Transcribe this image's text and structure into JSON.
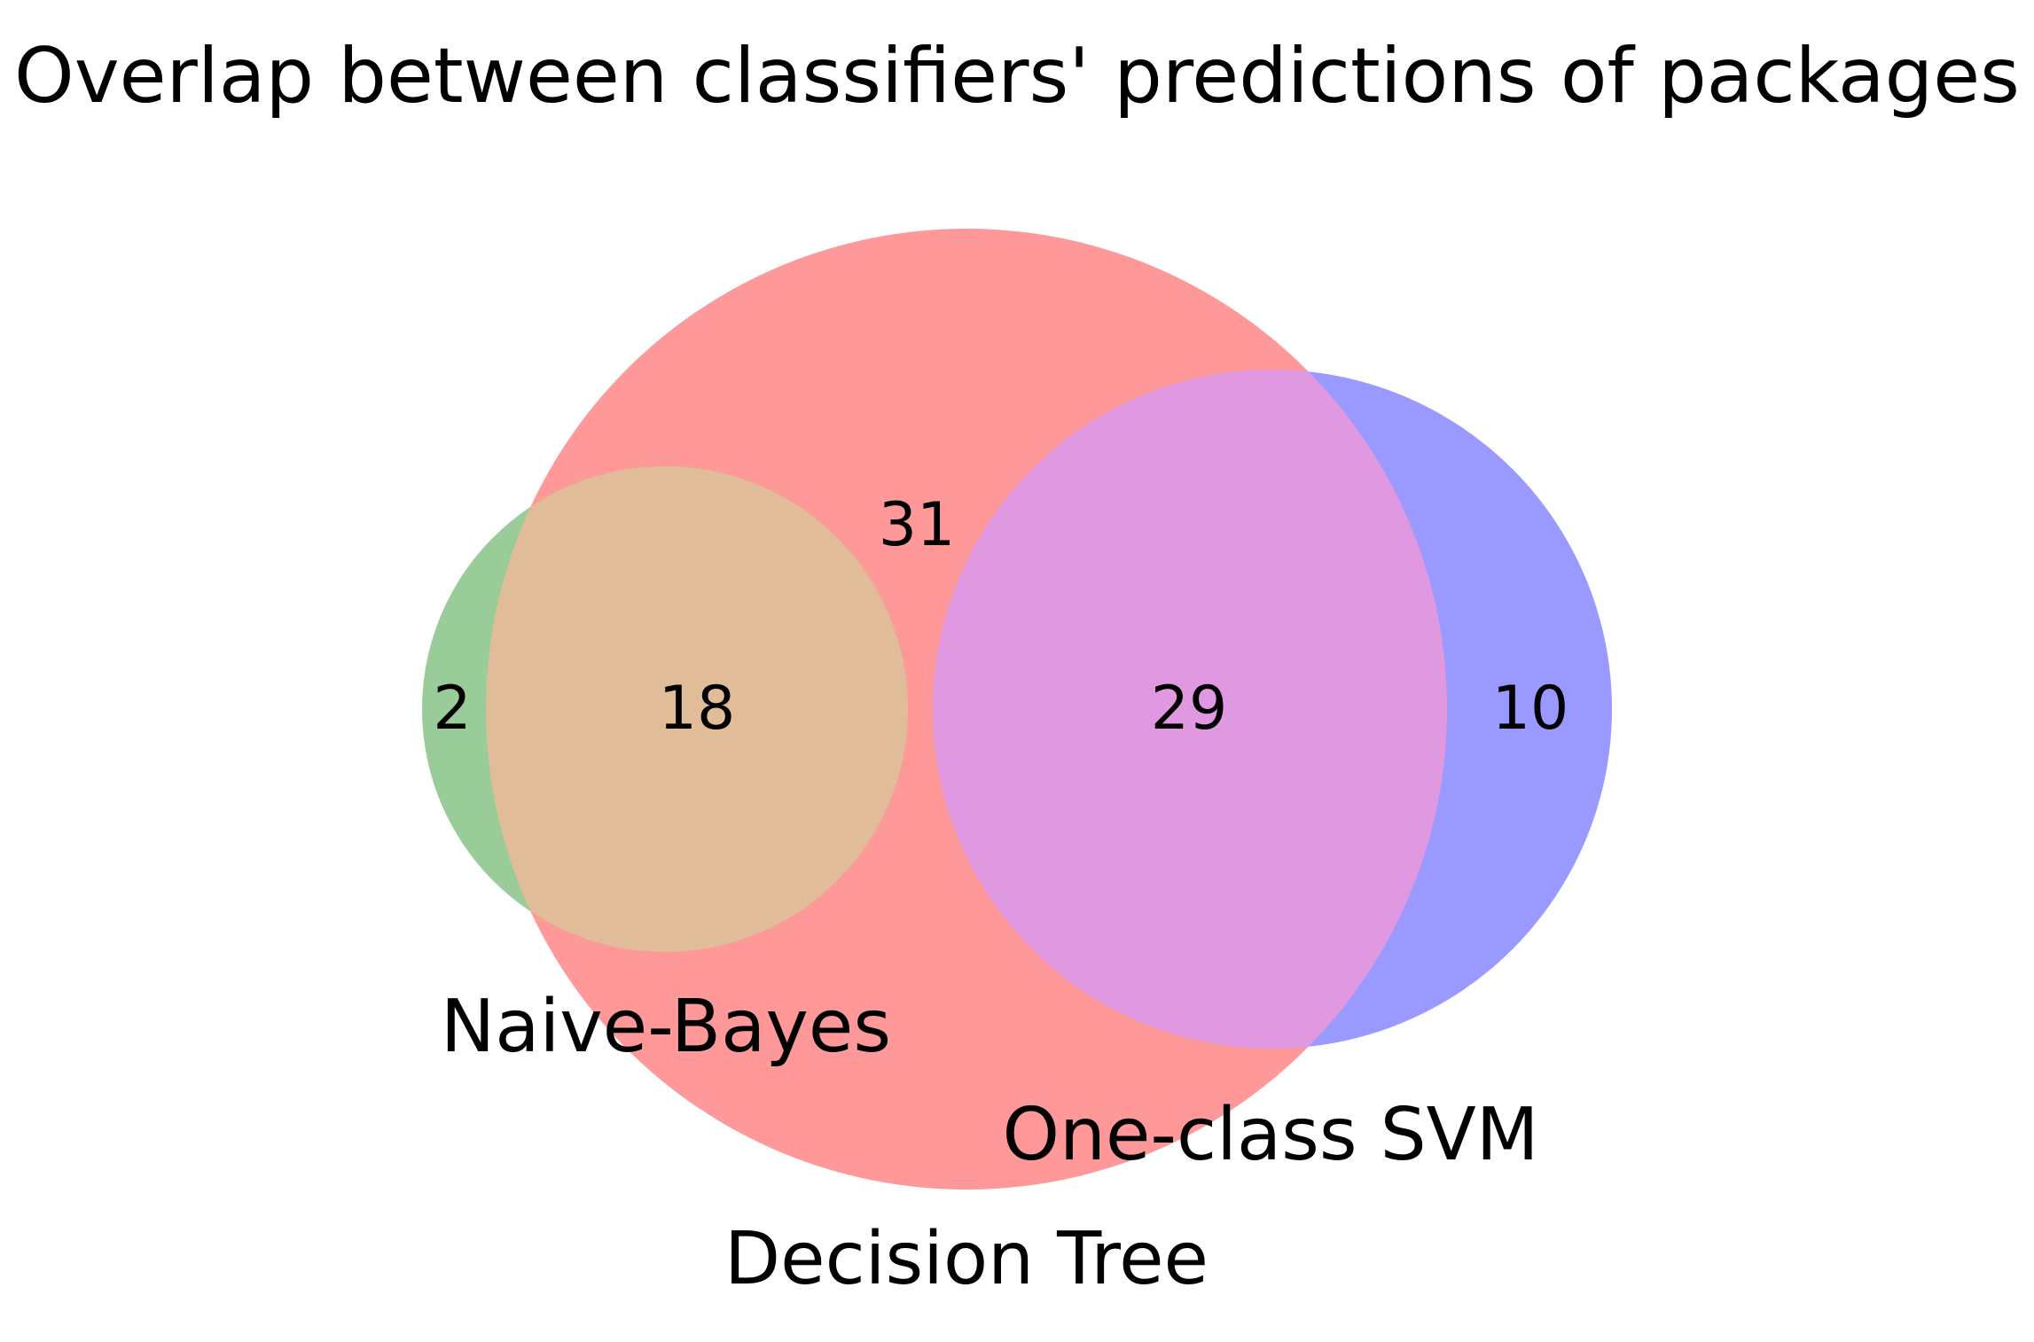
{
  "chart_data": {
    "type": "venn",
    "title": "Overlap between classifiers' predictions of packages",
    "sets": [
      {
        "name": "Naive-Bayes",
        "color": "#99cc99"
      },
      {
        "name": "Decision Tree",
        "color": "#ff9999"
      },
      {
        "name": "One-class SVM",
        "color": "#9999ff"
      }
    ],
    "regions": [
      {
        "sets": [
          "Naive-Bayes"
        ],
        "value": 2
      },
      {
        "sets": [
          "Naive-Bayes",
          "Decision Tree"
        ],
        "value": 18
      },
      {
        "sets": [
          "Decision Tree"
        ],
        "value": 31
      },
      {
        "sets": [
          "Decision Tree",
          "One-class SVM"
        ],
        "value": 29
      },
      {
        "sets": [
          "One-class SVM"
        ],
        "value": 10
      }
    ],
    "overlap_colors": {
      "naive_bayes_and_decision_tree": "#e0bc98",
      "decision_tree_and_svm": "#e099e0"
    }
  },
  "title": "Overlap between classifiers' predictions of packages",
  "labels": {
    "naive_bayes": "Naive-Bayes",
    "decision_tree": "Decision Tree",
    "svm": "One-class SVM"
  },
  "counts": {
    "nb_only": "2",
    "nb_dt": "18",
    "dt_only": "31",
    "dt_svm": "29",
    "svm_only": "10"
  }
}
